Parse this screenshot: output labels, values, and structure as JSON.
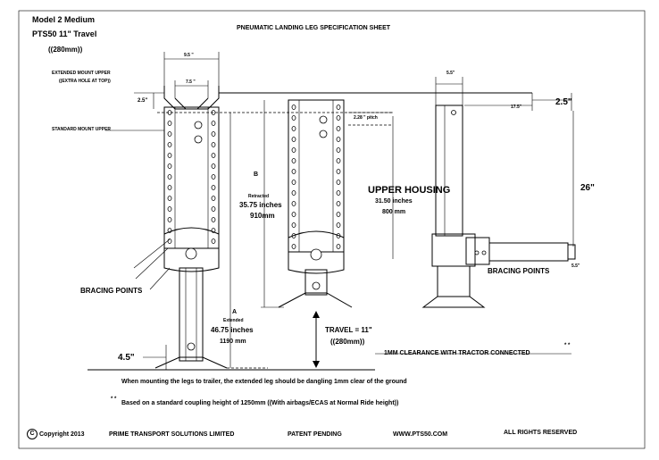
{
  "header": {
    "model": "Model 2 Medium",
    "product": "PTS50 11\" Travel",
    "metric": "((280mm))",
    "title": "PNEUMATIC LANDING LEG SPECIFICATION SHEET"
  },
  "labels": {
    "extended_mount_1": "EXTENDED MOUNT UPPER",
    "extended_mount_2": "((EXTRA HOLE AT TOP))",
    "standard_mount": "STANDARD MOUNT UPPER",
    "bracing_left": "BRACING POINTS",
    "bracing_right": "BRACING POINTS",
    "upper_housing": "UPPER HOUSING",
    "clearance": "1MM CLEARANCE WITH TRACTOR CONNECTED"
  },
  "dimensions": {
    "width_top": "9.5 \"",
    "width_inner": "7.5 \"",
    "top_offset": "2.5\"",
    "pitch": "2.28 \" pitch",
    "side_width": "5.5\"",
    "side_depth": "17.5\"",
    "side_right": "2.5\"",
    "height_26": "26\"",
    "small_55": "5.5\"",
    "b_letter": "B",
    "b_state": "Retracted",
    "b_inches": "35.75 inches",
    "b_mm": "910mm",
    "a_letter": "A",
    "a_state": "Extended",
    "a_inches": "46.75 inches",
    "a_mm": "1190 mm",
    "housing_inches": "31.50 inches",
    "housing_mm": "800 mm",
    "ground_gap": "4.5\"",
    "travel": "TRAVEL = 11\"",
    "travel_mm": "((280mm))",
    "asterisks": "* *"
  },
  "notes": {
    "mounting": "When mounting the legs to trailer, the extended leg should be dangling 1mm clear of the ground",
    "coupling_mark": "* *",
    "coupling": "Based on a standard coupling height of 1250mm     ((With airbags/ECAS at Normal Ride height))"
  },
  "footer": {
    "copyright_symbol": "C",
    "copyright": "Copyright  2013",
    "company": "PRIME TRANSPORT SOLUTIONS LIMITED",
    "patent": "PATENT PENDING",
    "website": "WWW.PTS50.COM",
    "rights": "ALL RIGHTS RESERVED"
  }
}
